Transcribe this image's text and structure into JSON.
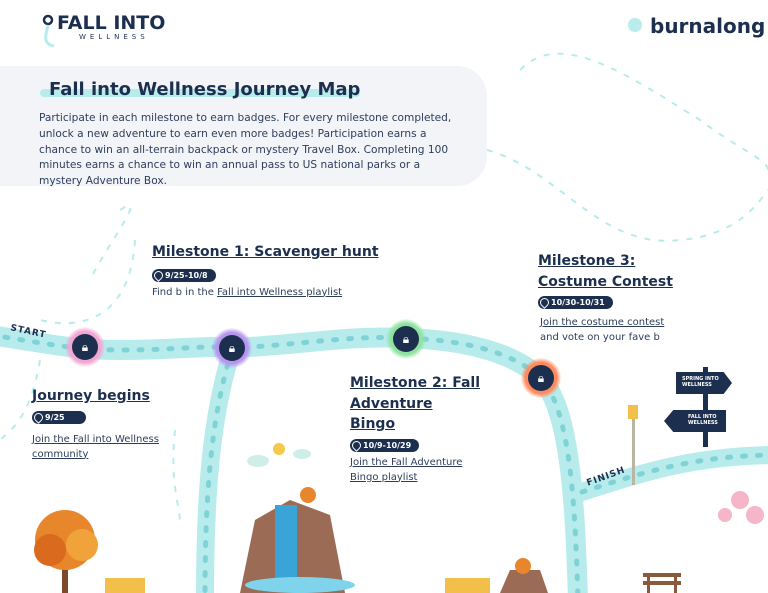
{
  "header": {
    "logo_line1": "FALL INTO",
    "logo_line2": "WELLNESS",
    "brand": "burnalong"
  },
  "intro": {
    "title": "Fall into Wellness Journey Map",
    "body": "Participate in each milestone to earn badges. For every milestone completed, unlock a new adventure to earn even more badges! Participation earns a chance to win an all-terrain backpack or mystery Travel Box. Completing 100 minutes earns a chance to win an annual pass to US national parks or a mystery Adventure Box."
  },
  "road": {
    "start_label": "START",
    "finish_label": "FINISH"
  },
  "milestones": [
    {
      "title": "Journey begins",
      "date": "9/25",
      "link": "Join the Fall into Wellness community",
      "color": "#f3a6d2"
    },
    {
      "title": "Milestone 1: Scavenger hunt",
      "date": "9/25-10/8",
      "prefix": "Find b in the ",
      "link": "Fall into Wellness playlist",
      "color": "#b796ef"
    },
    {
      "title": "Milestone 2: Fall Adventure Bingo",
      "date": "10/9-10/29",
      "link": "Join the Fall Adventure Bingo playlist",
      "color": "#8fe3a0"
    },
    {
      "title": "Milestone 3: Costume Contest",
      "date": "10/30-10/31",
      "link": "Join the costume contest",
      "suffix": "and vote on your fave b",
      "color": "#ff8a5b"
    }
  ],
  "signs": {
    "sign1": "SPRING INTO WELLNESS",
    "sign2": "FALL INTO WELLNESS"
  },
  "colors": {
    "road": "#b8ecec",
    "navy": "#1d2f4f"
  }
}
